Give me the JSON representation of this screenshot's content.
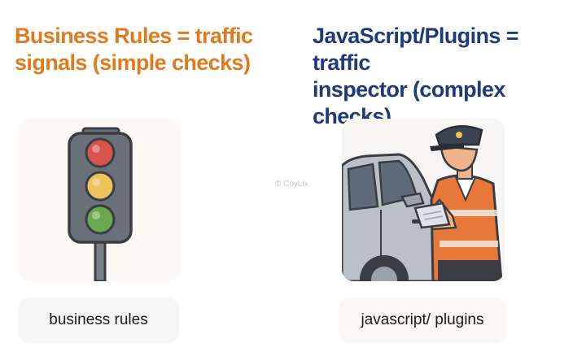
{
  "headings": {
    "left": "Business Rules = traffic\nsignals (simple checks)",
    "right": "JavaScript/Plugins = traffic\ninspector (complex checks)"
  },
  "labels": {
    "left": "business rules",
    "right": "javascript/ plugins"
  },
  "watermark": "© CoyLix",
  "colors": {
    "left_heading": "#e07a1f",
    "right_heading": "#1d3a7a",
    "light_red": "#d9534f",
    "light_yellow": "#ecc25a",
    "light_green": "#6aa84f",
    "signal_body": "#6b717a",
    "vest": "#e8773a",
    "car": "#b9c0c8"
  },
  "icons": {
    "left": "traffic-light-icon",
    "right": "traffic-inspector-illustration"
  }
}
